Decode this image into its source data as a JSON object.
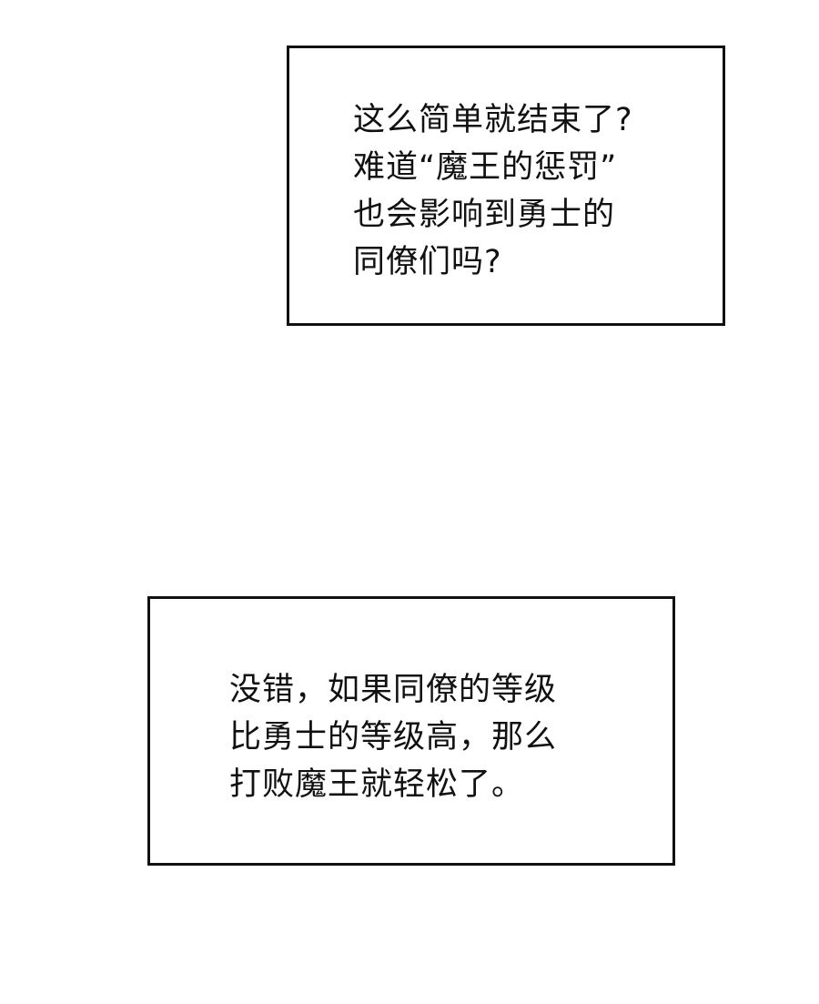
{
  "panels": [
    {
      "lines": [
        "这么简单就结束了?",
        "难道“魔王的惩罚”",
        "也会影响到勇士的",
        "同僚们吗?"
      ]
    },
    {
      "lines": [
        "没错，如果同僚的等级",
        "比勇士的等级高，那么",
        "打败魔王就轻松了。"
      ]
    }
  ],
  "colors": {
    "background": "#ffffff",
    "border": "#111111",
    "text": "#111111"
  }
}
